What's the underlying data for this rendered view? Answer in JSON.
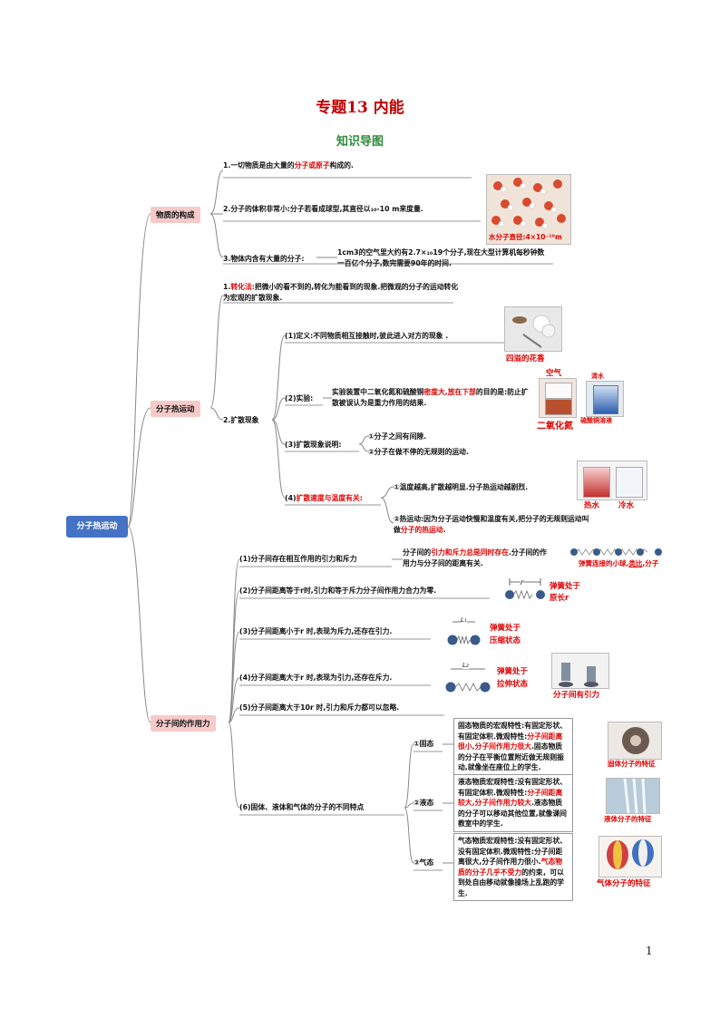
{
  "header": {
    "title": "专题13  内能",
    "subtitle": "知识导图"
  },
  "root": "分子热运动",
  "sections": {
    "s1": {
      "label": "物质的构成",
      "p1": {
        "a": "1.一切物质是由大量的",
        "b": "分子或原子",
        "c": "构成的."
      },
      "p2": "2.分子的体积非常小:分子若看成球型,其直径以₁₀-10 m来度量.",
      "p3": "3.物体内含有大量的分子:",
      "p3_detail": "1cm3的空气里大约有2.7×₁₀19个分子,现在大型计算机每秒钟数一百亿个分子,数完需要90年的时间.",
      "img_caption": "水分子直径:4×10⁻¹⁰m"
    },
    "s2": {
      "label": "分子热运动",
      "p1": {
        "a": "1.",
        "b": "转化法:",
        "c": "把微小的看不到的,转化为能看到的现象.把微观的分子的运动转化为宏观的扩散现象."
      },
      "p2": "2.扩散现象",
      "def": "(1)定义:不同物质相互接触时,彼此进入对方的现象 .",
      "def_caption": "四溢的花香",
      "exp_label": "(2)实验:",
      "exp": {
        "a": "实验装置中二氧化氮和硫酸铜",
        "b": "密度大,放在下部",
        "c": "的目的是:防止扩散被误认为是重力作用的结果."
      },
      "exp_caps": {
        "air": "空气",
        "no2": "二氧化氮",
        "water": "清水",
        "cuso4": "硫酸铜溶液"
      },
      "expl_label": "(3)扩散现象说明:",
      "expl1": "①分子之间有间隙.",
      "expl2": "②分子在做不停的无规则的运动.",
      "temp_label": {
        "a": "(4)",
        "b": "扩散速度与温度有关:"
      },
      "temp1": "①温度越高,扩散越明显.分子热运动越剧烈.",
      "temp_caps": {
        "hot": "热水",
        "cold": "冷水"
      },
      "temp2": {
        "a": "②热运动:因为分子运动快慢和温度有关,把分子的无规则运动叫做",
        "b": "分子的热运动",
        "c": "."
      }
    },
    "s3": {
      "label": "分子间的作用力",
      "f1": "(1)分子间存在相互作用的引力和斥力",
      "f1_detail": {
        "a": "分子间的",
        "b": "引力和斥力总是同时存在",
        "c": ".分子间的作用力与分子间的距离有关."
      },
      "f1_cap": {
        "a": "弹簧连接的小球",
        "b": "类比",
        "c": "分子"
      },
      "f2": "(2)分子间距离等于r时,引力和等于斥力分子间作用力合力为零.",
      "f2_cap": {
        "a": "弹簧处于",
        "b": "原长r",
        "r": "r"
      },
      "f3": "(3)分子间距离小于r 时,表现为斥力,还存在引力.",
      "f3_cap": {
        "a": "弹簧处于",
        "b": "压缩状态",
        "l": "L₁"
      },
      "f4": "(4)分子间距离大于r 时,表现为引力,还存在斥力.",
      "f4_cap": {
        "a": "弹簧处于",
        "b": "拉伸状态",
        "l": "L₂",
        "img": "分子间有引力"
      },
      "f5": "(5)分子间距离大于10r 时,引力和斥力都可以忽略.",
      "f6": "(6)固体、液体和气体的分子的不同特点",
      "solid": {
        "label": "①固态",
        "t1": "固态物质的宏观特性:有固定形状、有固定体积.微观特性:",
        "t2": "分子间距离很小,分子间作用力很大",
        "t3": ".固态物质的分子在平衡位置附近做无规则振动,就像坐在座位上的学生.",
        "cap": "固体分子的特征"
      },
      "liquid": {
        "label": "②液态",
        "t1": "液态物质宏观特性:没有固定形状、有固定体积.微观特性:",
        "t2": "分子间距离较大,分子间作用力较大",
        "t3": ".液态物质的分子可以移动其他位置,就像课间教室中的学生.",
        "cap": "液体分子的特征"
      },
      "gas": {
        "label": "③气态",
        "t1": "气态物质宏观特性:没有固定形状、没有固定体积.微观特性:分子间距离很大,分子间作用力很小.",
        "t2": "气态物质的分子几乎不受力",
        "t3": "的约束，可以到处自由移动就像操场上乱跑的学生.",
        "cap": "气体分子的特征"
      }
    }
  },
  "footer": {
    "page": "1"
  }
}
